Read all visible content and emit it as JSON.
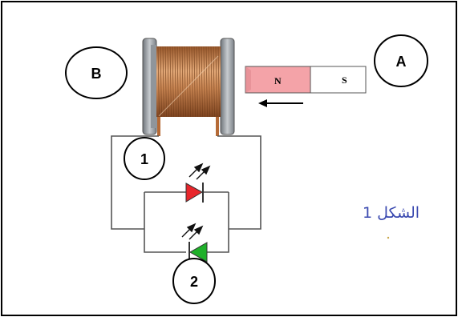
{
  "labels": {
    "magnet_marker": "A",
    "coil_marker": "B",
    "led1_marker": "1",
    "led2_marker": "2"
  },
  "magnet": {
    "north": "N",
    "south": "S",
    "north_color": "#f4a3a8",
    "south_color": "#ffffff"
  },
  "leds": {
    "led1_color": "#e8262b",
    "led2_color": "#1fb02a"
  },
  "caption": "الشكل 1",
  "colors": {
    "caption": "#3b4ab0",
    "coil": "#b56a36",
    "frame": "#8a9097"
  }
}
